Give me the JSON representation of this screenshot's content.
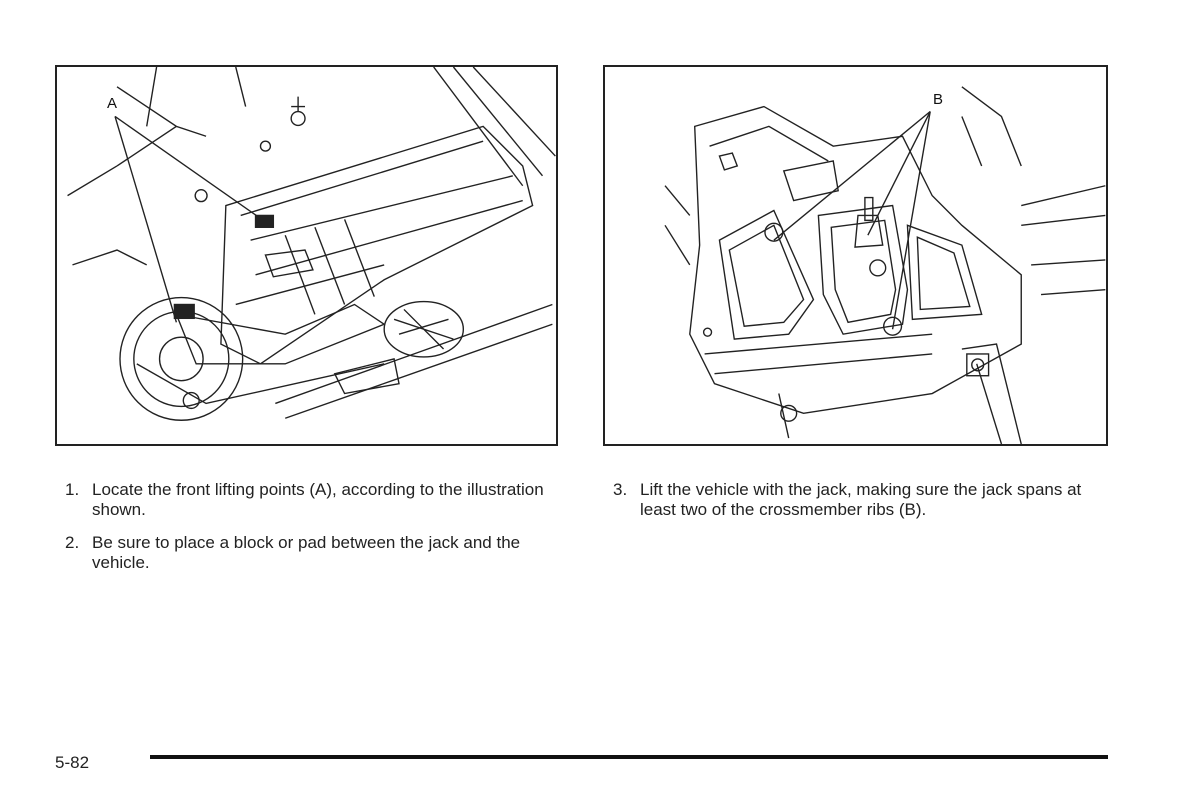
{
  "figures": {
    "left": {
      "callout": "A"
    },
    "right": {
      "callout": "B"
    }
  },
  "steps_left": [
    {
      "num": "1.",
      "text": "Locate the front lifting points (A), according to the illustration shown."
    },
    {
      "num": "2.",
      "text": "Be sure to place a block or pad between the jack and the vehicle."
    }
  ],
  "steps_right": [
    {
      "num": "3.",
      "text": "Lift the vehicle with the jack, making sure the jack spans at least two of the crossmember ribs (B)."
    }
  ],
  "footer": {
    "page_number": "5-82"
  }
}
